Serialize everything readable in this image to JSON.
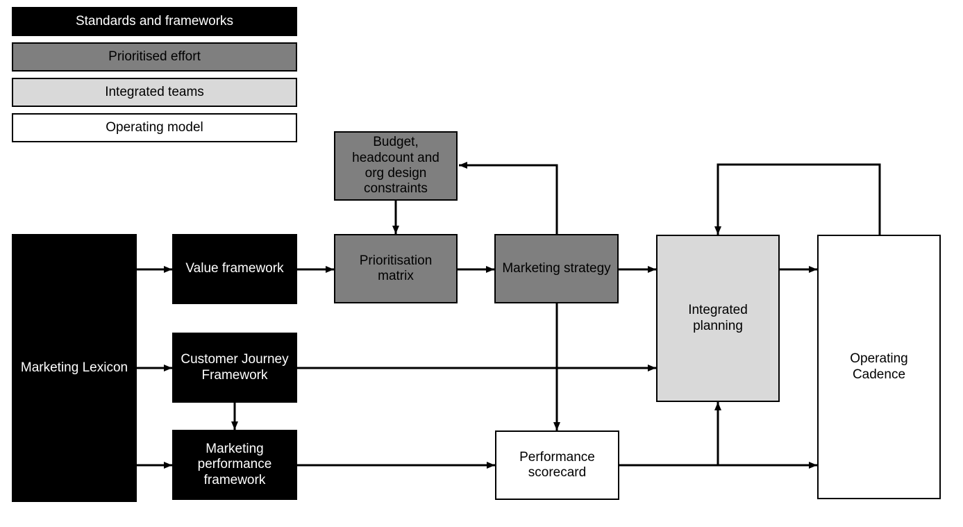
{
  "colors": {
    "standards_and_frameworks": "#000000",
    "prioritised_effort": "#7f7f7f",
    "integrated_teams": "#d9d9d9",
    "operating_model": "#ffffff",
    "border": "#000000",
    "arrow": "#000000",
    "background": "#ffffff"
  },
  "legend": {
    "items": [
      {
        "label": "Standards and frameworks",
        "swatch": "#000000",
        "text_color": "#ffffff"
      },
      {
        "label": "Prioritised effort",
        "swatch": "#7f7f7f",
        "text_color": "#000000"
      },
      {
        "label": "Integrated teams",
        "swatch": "#d9d9d9",
        "text_color": "#000000"
      },
      {
        "label": "Operating model",
        "swatch": "#ffffff",
        "text_color": "#000000"
      }
    ]
  },
  "nodes": {
    "marketing_lexicon": {
      "label": "Marketing Lexicon",
      "category": "Standards and frameworks"
    },
    "value_framework": {
      "label": "Value framework",
      "category": "Standards and frameworks"
    },
    "customer_journey_framework": {
      "label": "Customer Journey\nFramework",
      "category": "Standards and frameworks"
    },
    "marketing_performance_framework": {
      "label": "Marketing\nperformance\nframework",
      "category": "Standards and frameworks"
    },
    "budget_constraints": {
      "label": "Budget,\nheadcount and\norg design\nconstraints",
      "category": "Prioritised effort"
    },
    "prioritisation_matrix": {
      "label": "Prioritisation\nmatrix",
      "category": "Prioritised effort"
    },
    "marketing_strategy": {
      "label": "Marketing strategy",
      "category": "Prioritised effort"
    },
    "integrated_planning": {
      "label": "Integrated\nplanning",
      "category": "Integrated teams"
    },
    "performance_scorecard": {
      "label": "Performance\nscorecard",
      "category": "Operating model"
    },
    "operating_cadence": {
      "label": "Operating\nCadence",
      "category": "Operating model"
    }
  },
  "edges": [
    {
      "from": "marketing_lexicon",
      "to": "value_framework"
    },
    {
      "from": "marketing_lexicon",
      "to": "customer_journey_framework"
    },
    {
      "from": "marketing_lexicon",
      "to": "marketing_performance_framework"
    },
    {
      "from": "value_framework",
      "to": "prioritisation_matrix"
    },
    {
      "from": "budget_constraints",
      "to": "prioritisation_matrix"
    },
    {
      "from": "prioritisation_matrix",
      "to": "marketing_strategy"
    },
    {
      "from": "marketing_strategy",
      "to": "budget_constraints"
    },
    {
      "from": "marketing_strategy",
      "to": "integrated_planning"
    },
    {
      "from": "customer_journey_framework",
      "to": "integrated_planning"
    },
    {
      "from": "customer_journey_framework",
      "to": "marketing_performance_framework"
    },
    {
      "from": "marketing_performance_framework",
      "to": "performance_scorecard"
    },
    {
      "from": "marketing_strategy",
      "to": "performance_scorecard"
    },
    {
      "from": "performance_scorecard",
      "to": "operating_cadence"
    },
    {
      "from": "performance_scorecard",
      "to": "integrated_planning"
    },
    {
      "from": "integrated_planning",
      "to": "operating_cadence"
    },
    {
      "from": "operating_cadence",
      "to": "integrated_planning"
    }
  ]
}
